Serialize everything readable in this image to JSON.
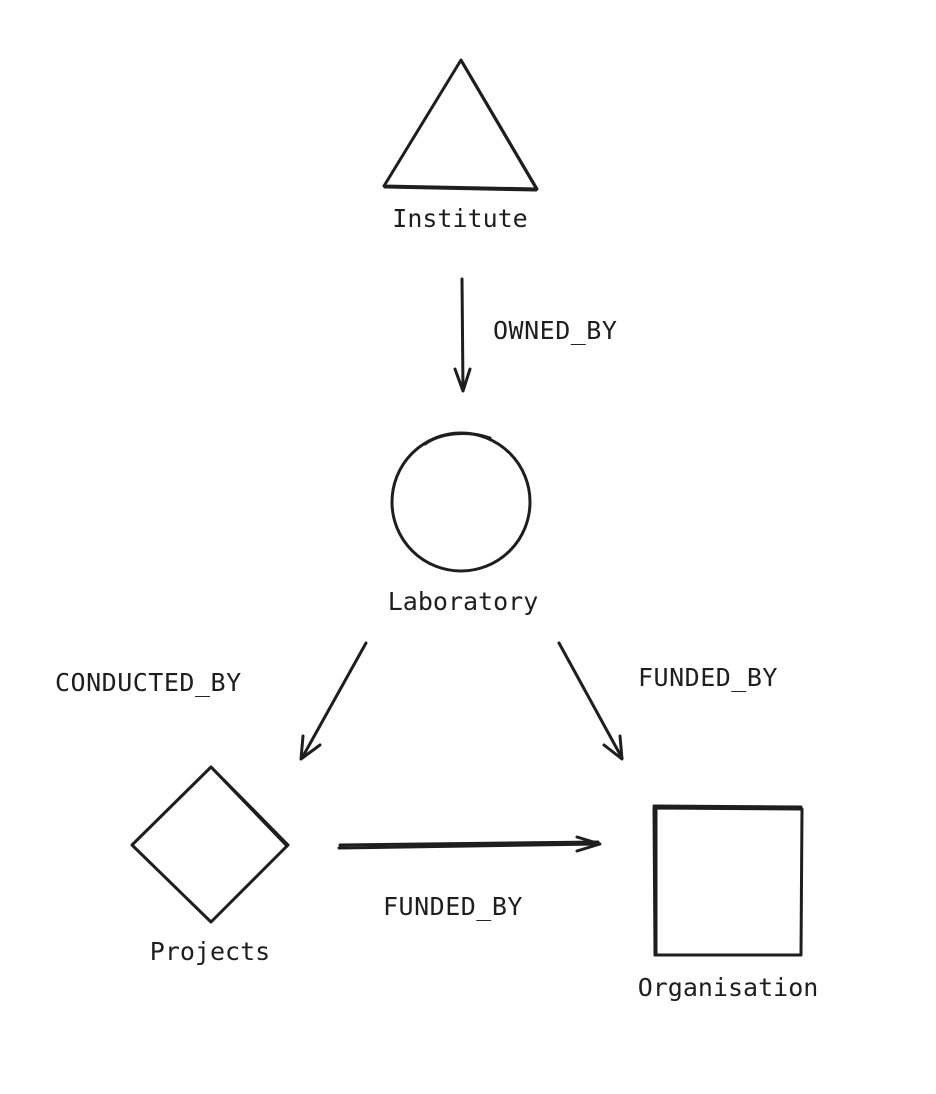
{
  "diagram": {
    "nodes": {
      "institute": {
        "label": "Institute",
        "shape": "triangle"
      },
      "laboratory": {
        "label": "Laboratory",
        "shape": "circle"
      },
      "projects": {
        "label": "Projects",
        "shape": "diamond"
      },
      "organisation": {
        "label": "Organisation",
        "shape": "square"
      }
    },
    "edges": {
      "institute_to_laboratory": {
        "label": "OWNED_BY",
        "from": "Institute",
        "to": "Laboratory"
      },
      "laboratory_to_projects": {
        "label": "CONDUCTED_BY",
        "from": "Laboratory",
        "to": "Projects"
      },
      "laboratory_to_organisation": {
        "label": "FUNDED_BY",
        "from": "Laboratory",
        "to": "Organisation"
      },
      "projects_to_organisation": {
        "label": "FUNDED_BY",
        "from": "Projects",
        "to": "Organisation"
      }
    },
    "colors": {
      "stroke": "#1e1e1e",
      "background": "#ffffff"
    }
  }
}
